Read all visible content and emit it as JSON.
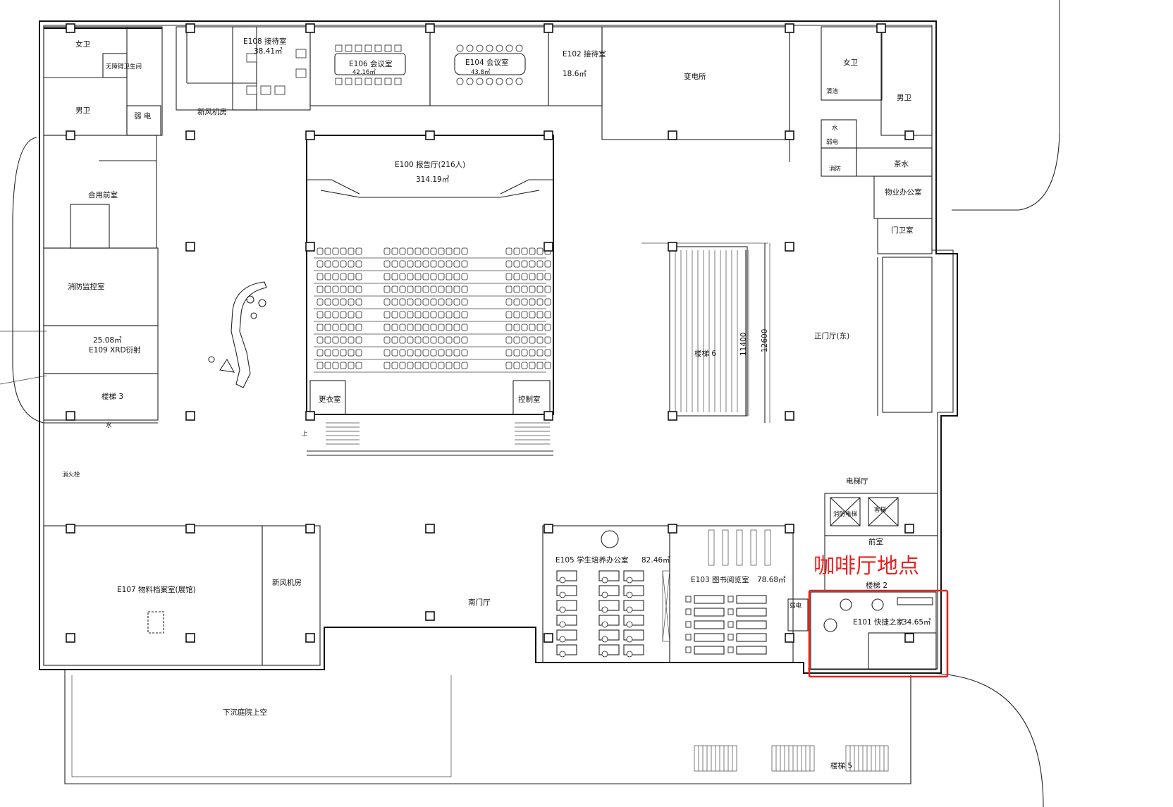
{
  "annotation": {
    "text": "咖啡厅地点",
    "color": "#e8231e"
  },
  "dimensions": {
    "inner": "11400",
    "outer": "12600"
  },
  "rooms": [
    {
      "key": "r_women1",
      "label": "女卫"
    },
    {
      "key": "r_men1",
      "label": "男卫"
    },
    {
      "key": "r_barrier",
      "label": "无障碍卫生间"
    },
    {
      "key": "r_elec1",
      "label": "弱 电"
    },
    {
      "key": "r_fresh1",
      "label": "新风机房"
    },
    {
      "key": "r_e108",
      "label": "E108 接待室",
      "area": "38.41㎡"
    },
    {
      "key": "r_e106",
      "label": "E106 会议室",
      "area": "42.16㎡"
    },
    {
      "key": "r_e104",
      "label": "E104 会议室",
      "area": "43.8㎡"
    },
    {
      "key": "r_e102",
      "label": "E102 接待室",
      "area": "18.6㎡"
    },
    {
      "key": "r_power",
      "label": "变电所"
    },
    {
      "key": "r_women2",
      "label": "女卫"
    },
    {
      "key": "r_men2",
      "label": "男卫"
    },
    {
      "key": "r_clean",
      "label": "清洁"
    },
    {
      "key": "r_water1",
      "label": "水"
    },
    {
      "key": "r_weak",
      "label": "弱电"
    },
    {
      "key": "r_pump",
      "label": "消防"
    },
    {
      "key": "r_water2",
      "label": "茶水"
    },
    {
      "key": "r_property",
      "label": "物业办公室"
    },
    {
      "key": "r_guard",
      "label": "门卫室"
    },
    {
      "key": "r_e100",
      "label": "E100 报告厅(216人)",
      "area": "314.19㎡"
    },
    {
      "key": "r_combined",
      "label": "合用前室"
    },
    {
      "key": "r_fire",
      "label": "消防监控室"
    },
    {
      "key": "r_e109",
      "label": "E109 XRD衍射",
      "area": "25.08㎡"
    },
    {
      "key": "r_stair3",
      "label": "楼梯 3"
    },
    {
      "key": "r_water3",
      "label": "水"
    },
    {
      "key": "r_stair6",
      "label": "楼梯 6"
    },
    {
      "key": "r_eastgate",
      "label": "正门厅(东)"
    },
    {
      "key": "r_dressing",
      "label": "更衣室"
    },
    {
      "key": "r_control",
      "label": "控制室"
    },
    {
      "key": "r_elevhall",
      "label": "电梯厅"
    },
    {
      "key": "r_fire2",
      "label": "消防电梯"
    },
    {
      "key": "r_pass",
      "label": "客梯"
    },
    {
      "key": "r_front",
      "label": "前室"
    },
    {
      "key": "r_stair2",
      "label": "楼梯 2"
    },
    {
      "key": "r_e107",
      "label": "E107 物料档案室(展馆)"
    },
    {
      "key": "r_fresh2",
      "label": "新风机房"
    },
    {
      "key": "r_south",
      "label": "南门厅"
    },
    {
      "key": "r_e105",
      "label": "E105 学生培养办公室",
      "area": "82.46㎡"
    },
    {
      "key": "r_e103",
      "label": "E103 图书阅览室",
      "area": "78.68㎡"
    },
    {
      "key": "r_e101",
      "label": "E101 快捷之家",
      "area": "34.65㎡"
    },
    {
      "key": "r_weak2",
      "label": "弱电"
    },
    {
      "key": "r_sunken",
      "label": "下沉庭院上空"
    },
    {
      "key": "r_stair5",
      "label": "楼梯 5"
    },
    {
      "key": "r_hydrant",
      "label": "消火栓"
    },
    {
      "key": "r_up",
      "label": "上"
    }
  ]
}
